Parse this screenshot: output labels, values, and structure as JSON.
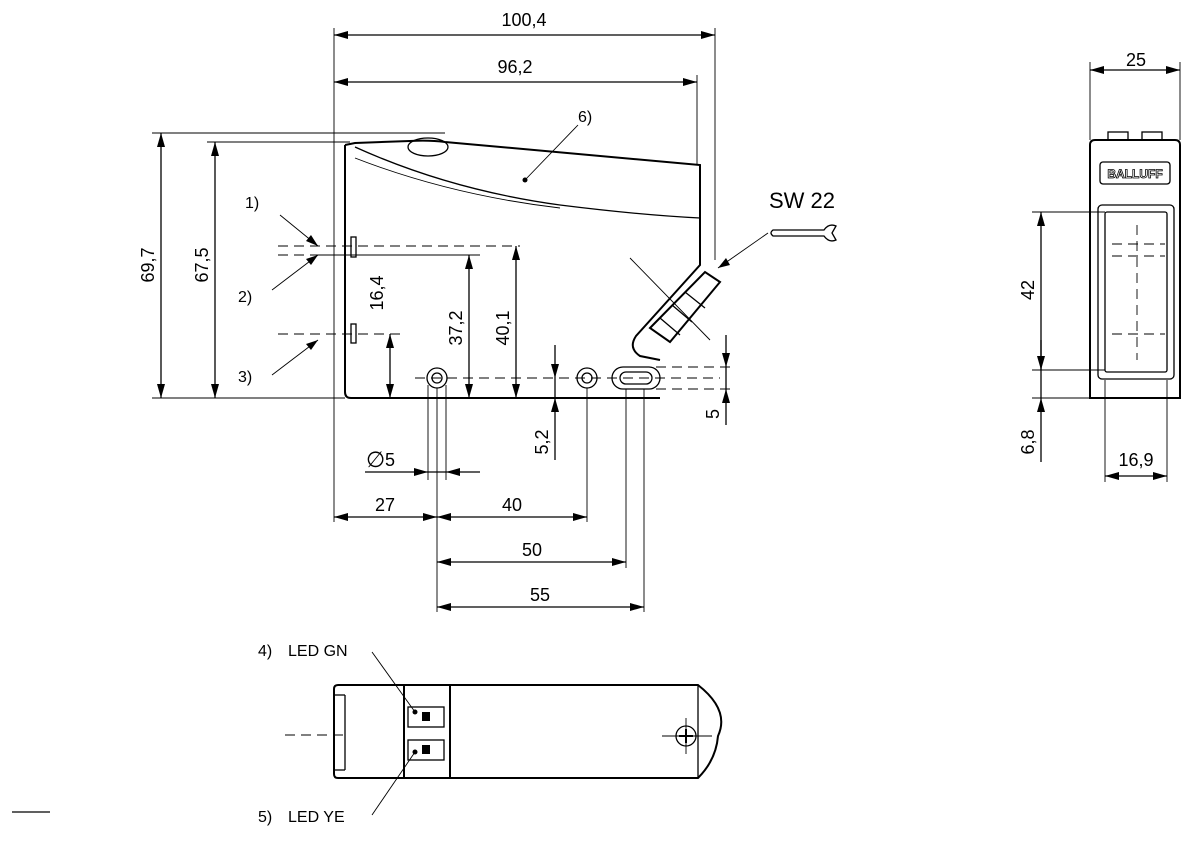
{
  "drawing": {
    "side_view": {
      "dim_overall_length": "100,4",
      "dim_body_length": "96,2",
      "dim_overall_height": "69,7",
      "dim_body_height": "67,5",
      "dim_emitter_offset": "16,4",
      "dim_mid_height": "37,2",
      "dim_top_height": "40,1",
      "dim_slot_height": "5,2",
      "dim_slot_width": "5",
      "dim_hole_diameter": "5",
      "diameter_symbol": "∅",
      "dim_hole_pos_1": "27",
      "dim_hole_pos_2": "40",
      "dim_hole_pos_3": "50",
      "dim_hole_pos_4": "55",
      "wrench_label": "SW 22",
      "callout_1": "1)",
      "callout_2": "2)",
      "callout_3": "3)",
      "callout_6": "6)"
    },
    "front_view": {
      "dim_width": "25",
      "dim_lens_height": "42",
      "dim_bottom_offset": "6,8",
      "dim_lens_width": "16,9",
      "brand": "BALLUFF"
    },
    "top_view": {
      "led_gn_num": "4)",
      "led_gn_label": "LED GN",
      "led_ye_num": "5)",
      "led_ye_label": "LED YE"
    }
  }
}
